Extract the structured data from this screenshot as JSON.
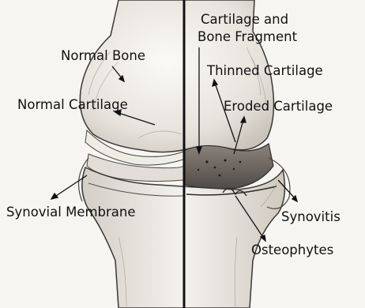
{
  "labels": {
    "normal_bone": "Normal Bone",
    "normal_cartilage": "Normal Cartilage",
    "synovial_membrane": "Synovial Membrane",
    "fragment_line1": "Cartilage and",
    "fragment_line2": "Bone Fragment",
    "thinned_cartilage": "Thinned Cartilage",
    "eroded_cartilage": "Eroded Cartilage",
    "synovitis": "Synovitis",
    "osteophytes": "Osteophytes"
  },
  "colors": {
    "ink": "#111111",
    "bone_shade": "#cfcac2",
    "cartilage": "#efece6",
    "eroded": "#6d6760"
  }
}
